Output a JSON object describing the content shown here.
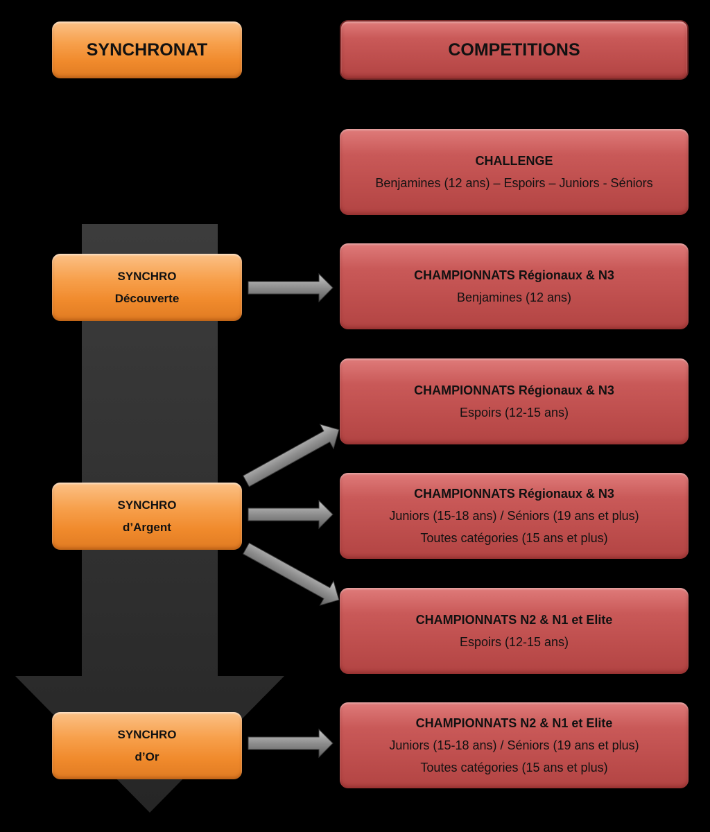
{
  "headers": {
    "left": "SYNCHRONAT",
    "right": "COMPETITIONS"
  },
  "stages": [
    {
      "line1": "SYNCHRO",
      "line2": "Découverte"
    },
    {
      "line1": "SYNCHRO",
      "line2": "d’Argent"
    },
    {
      "line1": "SYNCHRO",
      "line2": "d’Or"
    }
  ],
  "competitions": [
    {
      "title": "CHALLENGE",
      "lines": [
        "Benjamines (12 ans) – Espoirs – Juniors - Séniors"
      ]
    },
    {
      "title": "CHAMPIONNATS Régionaux & N3",
      "lines": [
        "Benjamines (12 ans)"
      ]
    },
    {
      "title": "CHAMPIONNATS Régionaux & N3",
      "lines": [
        "Espoirs (12-15 ans)"
      ]
    },
    {
      "title": "CHAMPIONNATS Régionaux & N3",
      "lines": [
        "Juniors (15-18 ans) / Séniors (19 ans et plus)",
        "Toutes catégories (15 ans et plus)"
      ]
    },
    {
      "title": "CHAMPIONNATS N2 & N1 et Elite",
      "lines": [
        "Espoirs (12-15 ans)"
      ]
    },
    {
      "title": "CHAMPIONNATS N2 & N1 et Elite",
      "lines": [
        "Juniors (15-18 ans) / Séniors (19 ans et plus)",
        "Toutes catégories (15 ans et plus)"
      ]
    }
  ],
  "colors": {
    "orange_box": "#f7a04c",
    "red_box": "#c95958",
    "big_arrow": "#3a3a3a",
    "connector_arrow": "#8c8c8c"
  }
}
